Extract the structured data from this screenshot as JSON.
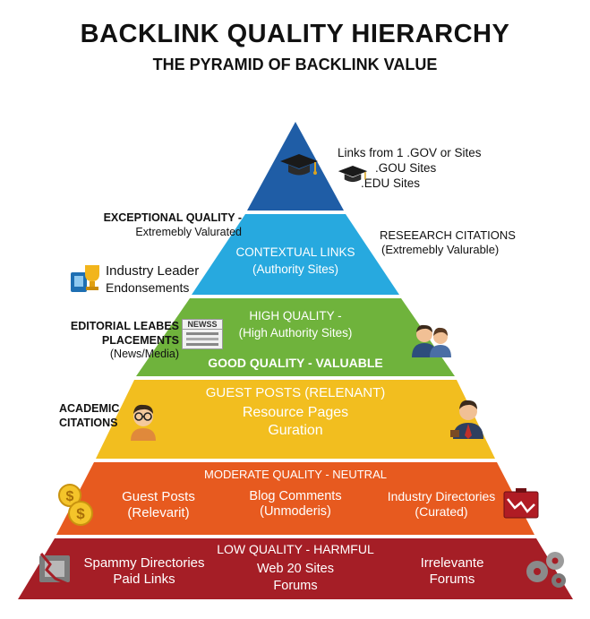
{
  "title": "BACKLINK QUALITY HIERARCHY",
  "subtitle": "THE PYRAMID OF BACKLINK VALUE",
  "colors": {
    "tier1": "#1f5da6",
    "tier2": "#27a9df",
    "tier3": "#6fb33c",
    "tier4": "#f2be1f",
    "tier5": "#e75a1f",
    "tier6": "#a51e26"
  },
  "top_note": {
    "line1": "Links from 1 .GOV or Sites",
    "line2": ".GOU Sites",
    "line3": ".EDU Sites"
  },
  "tier2": {
    "line1": "CONTEXTUAL LINKS",
    "line2": "(Authority Sites)"
  },
  "tier3": {
    "line1": "HIGH QUALITY -",
    "line2": "(High Authority Sites)",
    "line3": "GOOD QUALITY - VALUABLE"
  },
  "tier4": {
    "line1": "GUEST POSTS (RELENANT)",
    "line2": "Resource Pages",
    "line3": "Guration"
  },
  "tier5": {
    "header": "MODERATE QUALITY - NEUTRAL",
    "left1": "Guest Posts",
    "left2": "(Relevarit)",
    "mid1": "Blog Comments",
    "mid2": "(Unmoderis)",
    "right1": "Industry Directories",
    "right2": "(Curated)"
  },
  "tier6": {
    "header": "LOW QUALITY - HARMFUL",
    "left1": "Spammy Directories",
    "left2": "Paid Links",
    "mid1": "Web 20 Sites",
    "mid2": "Forums",
    "right1": "Irrelevante",
    "right2": "Forums"
  },
  "side_left": {
    "exceptional1": "EXCEPTIONAL QUALITY -",
    "exceptional2": "Extremebly Valurated",
    "industry1": "Industry Leader",
    "industry2": "Endonsements",
    "editorial1": "EDITORIAL LEABES",
    "editorial2": "PLACEMENTS",
    "editorial3": "(News/Media)",
    "academic1": "ACADEMIC",
    "academic2": "CITATIONS",
    "news_badge": "NEWSS"
  },
  "side_right": {
    "research1": "RESEEARCH CITATIONS",
    "research2": "(Extremebly Valurable)"
  },
  "icons": [
    "graduation-cap-icon",
    "graduation-cap-small-icon",
    "trophy-icon",
    "newspaper-icon",
    "business-people-icon",
    "person-glasses-icon",
    "businessman-icon",
    "coins-icon",
    "chart-down-icon",
    "spam-broken-icon",
    "gears-icon"
  ]
}
